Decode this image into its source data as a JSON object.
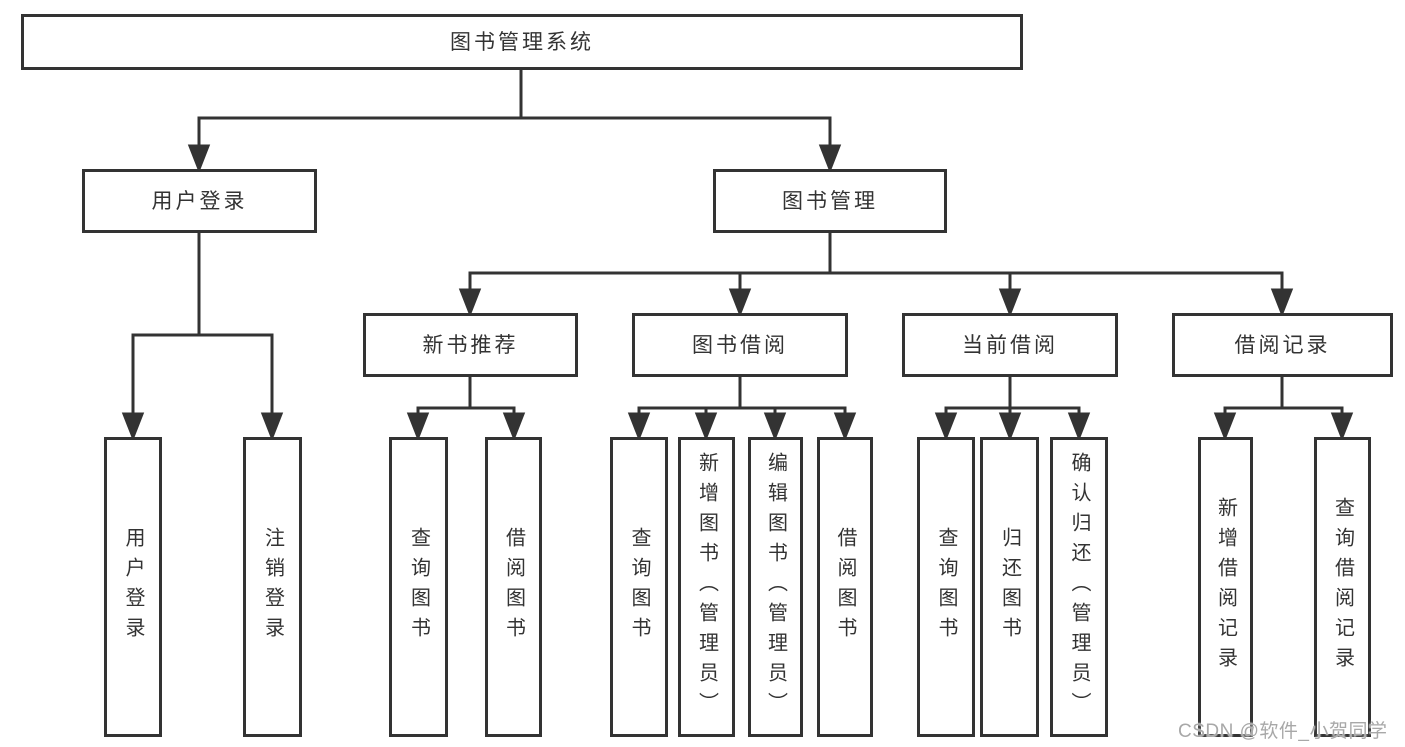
{
  "tree": {
    "label": "图书管理系统",
    "children": [
      {
        "label": "用户登录",
        "children": [
          {
            "label": "用户登录"
          },
          {
            "label": "注销登录"
          }
        ]
      },
      {
        "label": "图书管理",
        "children": [
          {
            "label": "新书推荐",
            "children": [
              {
                "label": "查询图书"
              },
              {
                "label": "借阅图书"
              }
            ]
          },
          {
            "label": "图书借阅",
            "children": [
              {
                "label": "查询图书"
              },
              {
                "label": "新增图书（管理员）"
              },
              {
                "label": "编辑图书（管理员）"
              },
              {
                "label": "借阅图书"
              }
            ]
          },
          {
            "label": "当前借阅",
            "children": [
              {
                "label": "查询图书"
              },
              {
                "label": "归还图书"
              },
              {
                "label": "确认归还（管理员）"
              }
            ]
          },
          {
            "label": "借阅记录",
            "children": [
              {
                "label": "新增借阅记录"
              },
              {
                "label": "查询借阅记录"
              }
            ]
          }
        ]
      }
    ]
  },
  "watermark": {
    "text": "CSDN @软件_小贺同学"
  },
  "colors": {
    "line": "#333333",
    "box_border": "#333333",
    "box_fill": "#ffffff",
    "text": "#333333",
    "watermark_text": "#a8a8a8"
  }
}
